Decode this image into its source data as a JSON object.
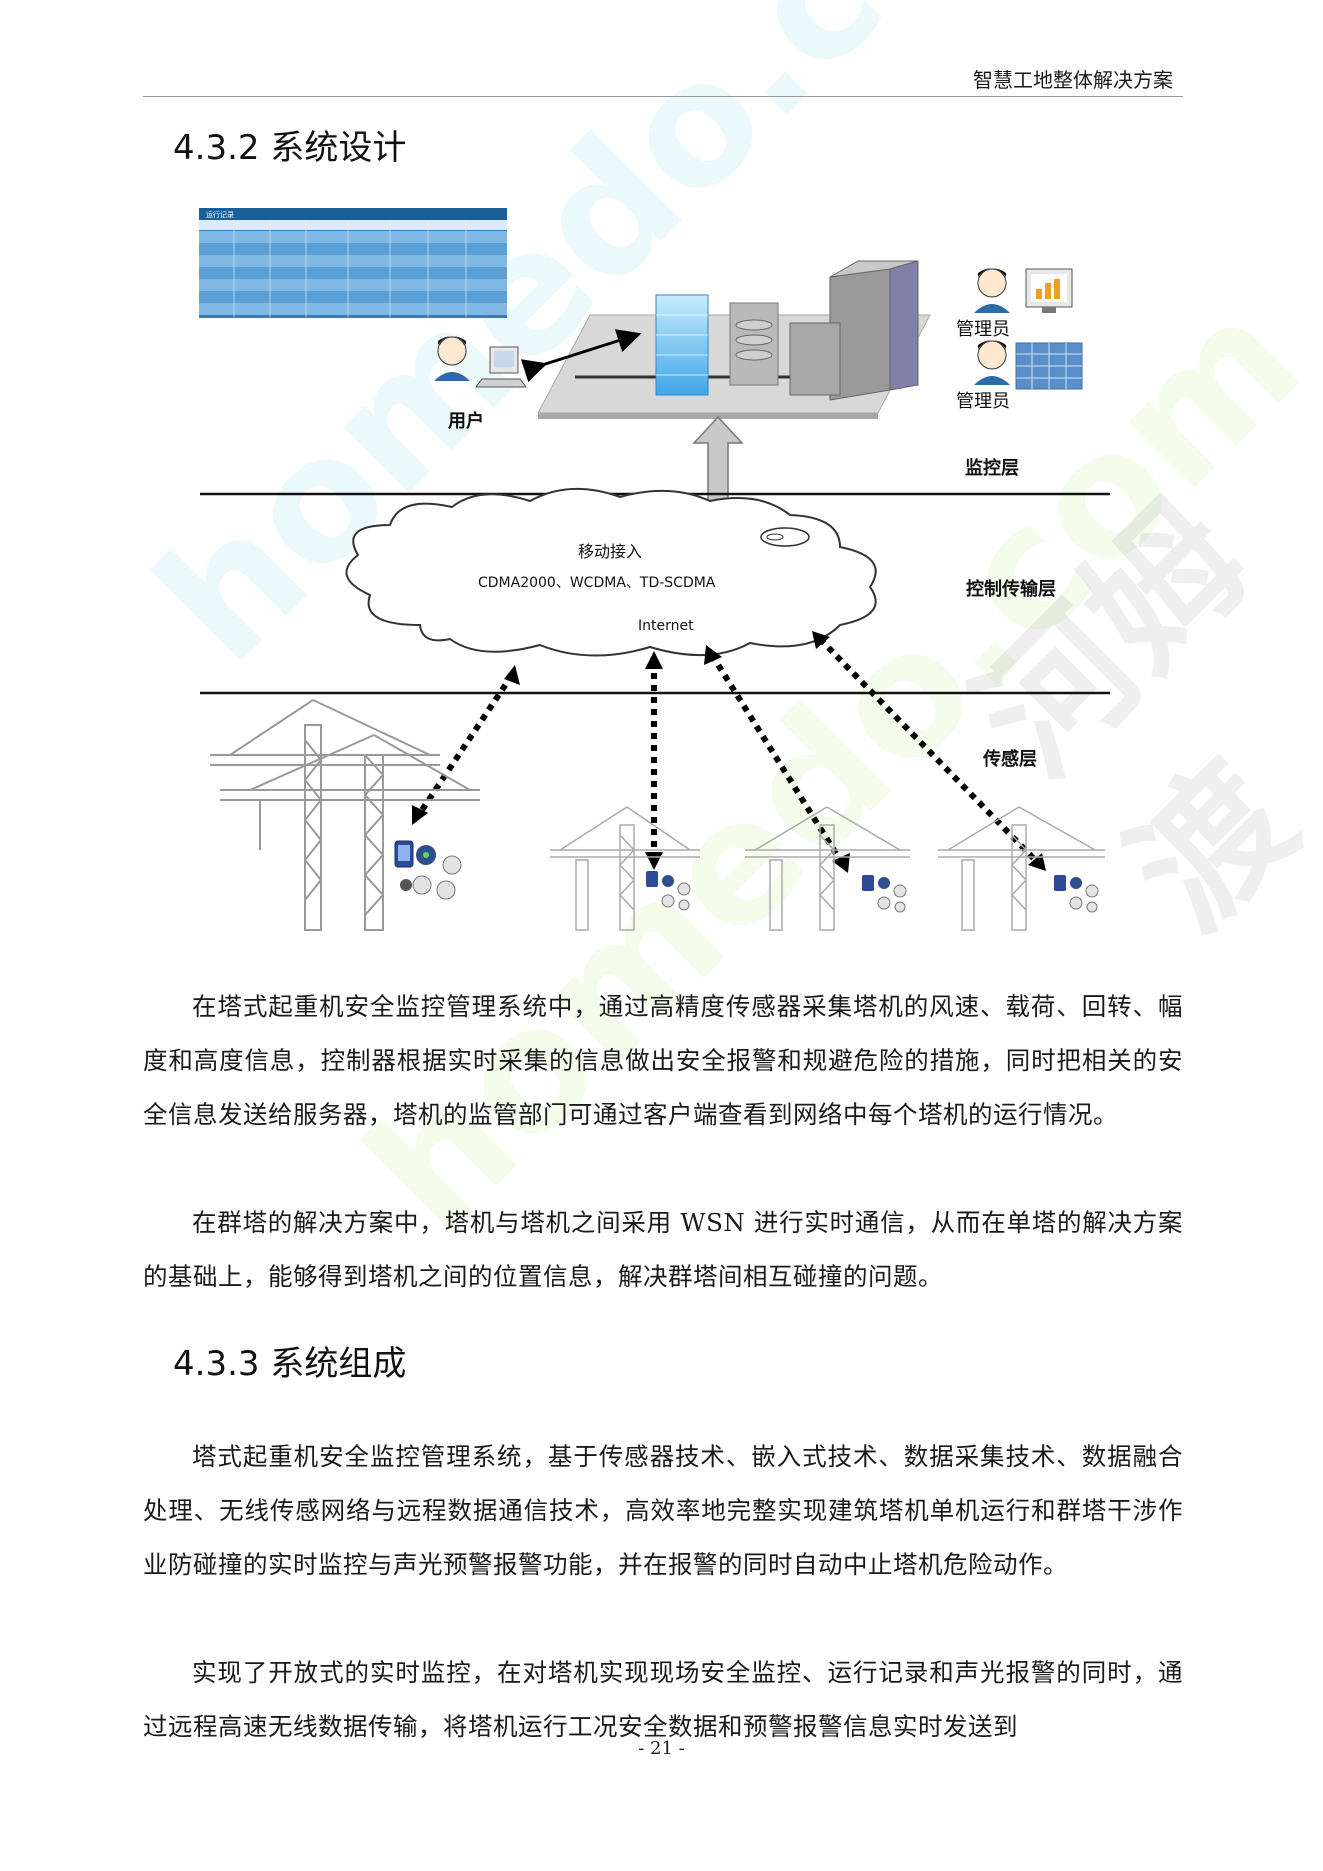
{
  "header": {
    "title": "智慧工地整体解决方案"
  },
  "sections": {
    "s432": {
      "heading": "4.3.2 系统设计"
    },
    "s433": {
      "heading": "4.3.3 系统组成"
    }
  },
  "diagram": {
    "user_label": "用户",
    "admin_label_1": "管理员",
    "admin_label_2": "管理员",
    "layer_monitor": "监控层",
    "layer_transport": "控制传输层",
    "layer_sensor": "传感层",
    "cloud_line1": "移动接入",
    "cloud_line2": "CDMA2000、WCDMA、TD-SCDMA",
    "cloud_line3": "Internet",
    "record_table_title": "运行记录"
  },
  "paragraphs": {
    "p1": "在塔式起重机安全监控管理系统中，通过高精度传感器采集塔机的风速、载荷、回转、幅度和高度信息，控制器根据实时采集的信息做出安全报警和规避危险的措施，同时把相关的安全信息发送给服务器，塔机的监管部门可通过客户端查看到网络中每个塔机的运行情况。",
    "p2": "在群塔的解决方案中，塔机与塔机之间采用 WSN 进行实时通信，从而在单塔的解决方案的基础上，能够得到塔机之间的位置信息，解决群塔间相互碰撞的问题。",
    "p3": "塔式起重机安全监控管理系统，基于传感器技术、嵌入式技术、数据采集技术、数据融合处理、无线传感网络与远程数据通信技术，高效率地完整实现建筑塔机单机运行和群塔干涉作业防碰撞的实时监控与声光预警报警功能，并在报警的同时自动中止塔机危险动作。",
    "p4": "实现了开放式的实时监控，在对塔机实现现场安全监控、运行记录和声光报警的同时，通过远程高速无线数据传输，将塔机运行工况安全数据和预警报警信息实时发送到"
  },
  "footer": {
    "page_number": "- 21 -"
  },
  "watermarks": {
    "w1": "homedo.com",
    "w2": "homedo.com",
    "w3": "河姆渡"
  }
}
